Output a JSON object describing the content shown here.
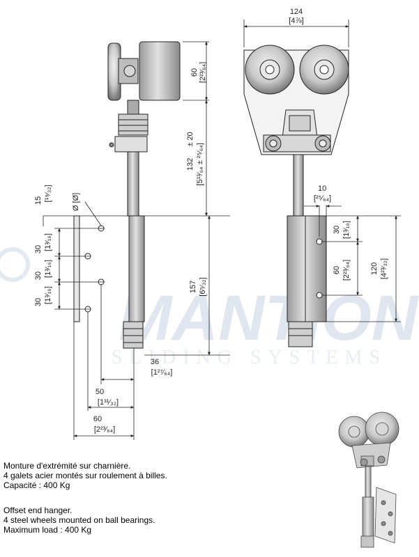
{
  "watermark": {
    "brand": "MANTION",
    "tagline": "SLIDING SYSTEMS"
  },
  "dimensions": {
    "width_top": "124",
    "width_top_in": "[4⅞]",
    "wheel_dia": "60",
    "wheel_dia_in": "[2²³⁄₆₄]",
    "hanger_height": "132",
    "hanger_tol": "± 20",
    "hanger_height_in": "[5¹³⁄₆₄ ± ²⁵⁄₆₄]",
    "left_top": "15",
    "left_top_in": "[¹⁹⁄₃₂]",
    "hole_symbol": "Ø [Ø]",
    "pitch1": "30",
    "pitch1_in": "[1³⁄₁₆]",
    "pitch2": "30",
    "pitch2_in": "[1³⁄₁₆]",
    "pitch3": "30",
    "pitch3_in": "[1³⁄₁₆]",
    "bracket_height": "157",
    "bracket_height_in": "[6⁵⁄₃₂]",
    "offset36": "36",
    "offset36_in": "[1²⁷⁄₆₄]",
    "offset50": "50",
    "offset50_in": "[1³¹⁄₃₂]",
    "offset60": "60",
    "offset60_in": "[2²³⁄₆₄]",
    "right_10": "10",
    "right_10_in": "[²⁵⁄₆₄]",
    "right_30": "30",
    "right_30_in": "[1³⁄₁₆]",
    "right_60": "60",
    "right_60_in": "[2²³⁄₆₄]",
    "right_120": "120",
    "right_120_in": "[4²³⁄₃₂]"
  },
  "description_fr": [
    "Monture d'extrémité sur charnière.",
    "4 galets acier montés sur roulement à billes.",
    "Capacité : 400 Kg"
  ],
  "description_en": [
    "Offset end hanger.",
    "4 steel wheels mounted on ball bearings.",
    "Maximum load : 400 Kg"
  ]
}
